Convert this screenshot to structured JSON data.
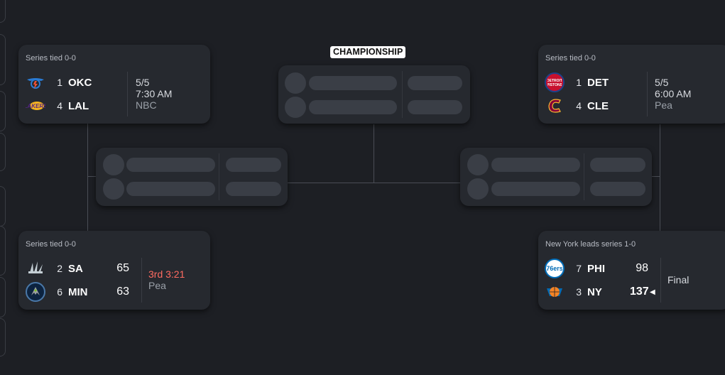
{
  "championship_label": "CHAMPIONSHIP",
  "colors": {
    "background": "#1d1f24",
    "card": "#26292f",
    "live": "#ff6b61",
    "placeholder": "#3a3e46"
  },
  "west_top": {
    "status": "Series tied 0-0",
    "teams": [
      {
        "seed": "1",
        "abbr": "OKC",
        "logo_icon": "thunder-logo-icon"
      },
      {
        "seed": "4",
        "abbr": "LAL",
        "logo_icon": "lakers-logo-icon"
      }
    ],
    "date": "5/5",
    "time": "7:30 AM",
    "network": "NBC"
  },
  "west_bottom": {
    "status": "Series tied 0-0",
    "teams": [
      {
        "seed": "2",
        "abbr": "SA",
        "score": "65",
        "logo_icon": "spurs-logo-icon"
      },
      {
        "seed": "6",
        "abbr": "MIN",
        "score": "63",
        "logo_icon": "timberwolves-logo-icon"
      }
    ],
    "game_clock": "3rd 3:21",
    "network": "Pea"
  },
  "east_top": {
    "status": "Series tied 0-0",
    "teams": [
      {
        "seed": "1",
        "abbr": "DET",
        "logo_icon": "pistons-logo-icon"
      },
      {
        "seed": "4",
        "abbr": "CLE",
        "logo_icon": "cavaliers-logo-icon"
      }
    ],
    "date": "5/5",
    "time": "6:00 AM",
    "network": "Pea"
  },
  "east_bottom": {
    "status": "New York leads series 1-0",
    "teams": [
      {
        "seed": "7",
        "abbr": "PHI",
        "score": "98",
        "logo_icon": "76ers-logo-icon"
      },
      {
        "seed": "3",
        "abbr": "NY",
        "score": "137",
        "logo_icon": "knicks-logo-icon"
      }
    ],
    "winner_marker": "◀",
    "result": "Final"
  }
}
